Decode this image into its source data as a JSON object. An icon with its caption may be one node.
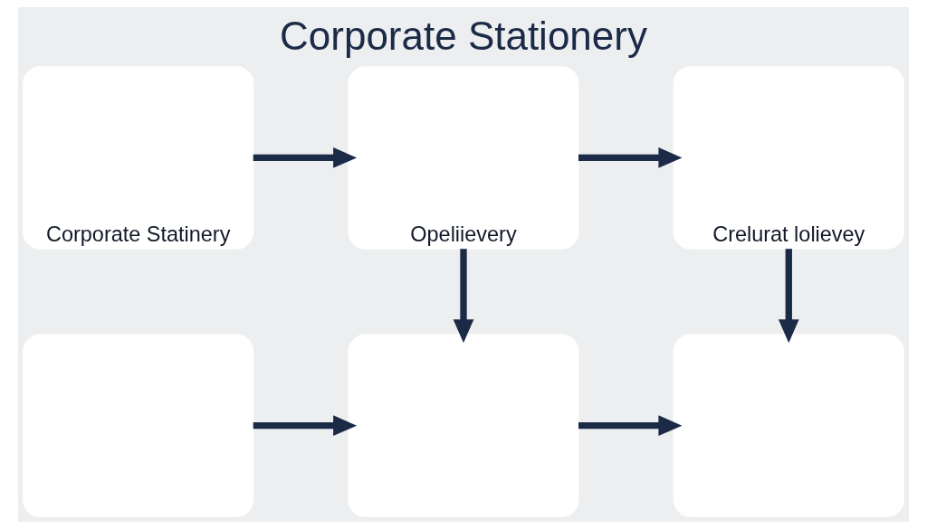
{
  "diagram": {
    "title": "Corporate Stationery",
    "nodes": [
      {
        "text": [
          "Corporate Statinery"
        ]
      },
      {
        "text": [
          "Opeliievery"
        ]
      },
      {
        "text": [
          "Crelurat lolievey"
        ]
      },
      {
        "text": [],
        "shape": "box"
      },
      {
        "text": [],
        "shape": "box"
      },
      {
        "text": [],
        "shape": "box"
      }
    ],
    "edges": [
      {
        "from": 0,
        "to": 1,
        "arrow": "to"
      },
      {
        "from": 1,
        "to": 2,
        "arrow": "to"
      },
      {
        "from": 1,
        "to": 4,
        "arrow": "to"
      },
      {
        "from": 2,
        "to": 5,
        "arrow": "to"
      },
      {
        "from": 3,
        "to": 4,
        "arrow": "to"
      },
      {
        "from": 4,
        "to": 5,
        "arrow": "to"
      }
    ]
  }
}
